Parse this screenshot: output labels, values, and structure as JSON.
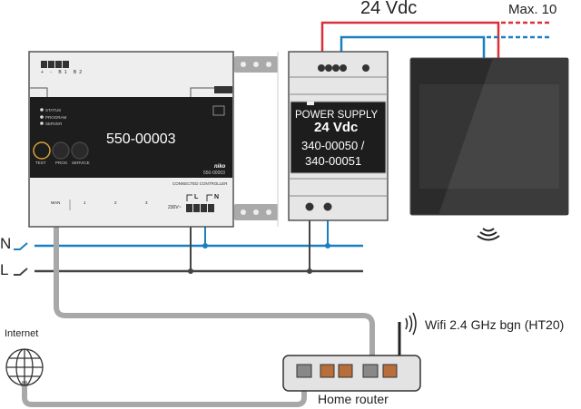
{
  "supply_voltage_label": "24 Vdc",
  "max_label": "Max. 10",
  "controller": {
    "model": "550-00003",
    "brand": "niko",
    "model_small": "550-00003",
    "terminals_top": [
      "+",
      "-",
      "B1",
      "B2"
    ],
    "leds": [
      "STATUS",
      "PROGRAM",
      "SERVER"
    ],
    "buttons": [
      "TEST",
      "PROG",
      "SERVICE"
    ],
    "section_label": "CONNECTED CONTROLLER",
    "ports": [
      "WAN",
      "1",
      "2",
      "3"
    ],
    "power_label": "230V~",
    "power_terminals": [
      "L",
      "N"
    ]
  },
  "power_supply": {
    "title": "POWER SUPPLY",
    "voltage": "24 Vdc",
    "models": [
      "340-00050 /",
      "340-00051"
    ]
  },
  "mains": {
    "neutral": "N",
    "live": "L"
  },
  "internet_label": "Internet",
  "wifi_label": "Wifi 2.4 GHz bgn (HT20)",
  "router_label": "Home router",
  "colors": {
    "positive": "#d9303a",
    "negative": "#1a7fc0",
    "cable": "#a8a8a8",
    "device_dark": "#1d1d1d"
  }
}
